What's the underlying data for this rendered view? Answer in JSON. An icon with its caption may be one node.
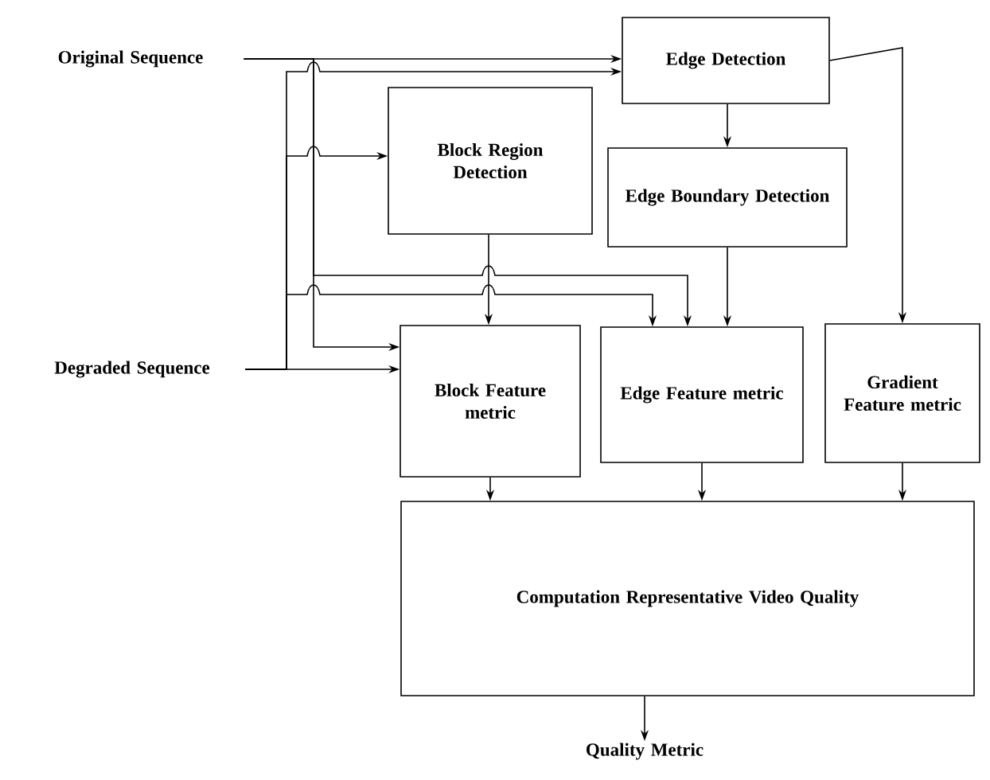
{
  "diagram": {
    "nodes": [
      {
        "text": [
          "Original Sequence"
        ]
      },
      {
        "text": [
          "Edge Detection"
        ]
      },
      {
        "text": [
          "Block Region Detection"
        ]
      },
      {
        "text": [
          "Edge Boundary Detection"
        ]
      },
      {
        "text": [
          "Degraded Sequence"
        ]
      },
      {
        "text": [
          "Block Feature metric"
        ]
      },
      {
        "text": [
          "Edge Feature metric"
        ]
      },
      {
        "text": [
          "Gradient Feature metric"
        ]
      },
      {
        "text": [
          "Computation Representative Video Quality"
        ]
      },
      {
        "text": [
          "Quality Metric"
        ]
      }
    ],
    "edges": [
      {
        "from": 0,
        "to": 1,
        "arrow": "to"
      },
      {
        "from": 4,
        "to": 1,
        "arrow": "to"
      },
      {
        "from": 4,
        "to": 2,
        "arrow": "to"
      },
      {
        "from": 0,
        "to": 6,
        "arrow": "to"
      },
      {
        "from": 4,
        "to": 6,
        "arrow": "to"
      },
      {
        "from": 0,
        "to": 5,
        "arrow": "to"
      },
      {
        "from": 4,
        "to": 5,
        "arrow": "to"
      },
      {
        "from": 1,
        "to": 3,
        "arrow": "to"
      },
      {
        "from": 1,
        "to": 7,
        "arrow": "to"
      },
      {
        "from": 2,
        "to": 5,
        "arrow": "to"
      },
      {
        "from": 3,
        "to": 6,
        "arrow": "to"
      },
      {
        "from": 5,
        "to": 8,
        "arrow": "to"
      },
      {
        "from": 6,
        "to": 8,
        "arrow": "to"
      },
      {
        "from": 7,
        "to": 8,
        "arrow": "to"
      },
      {
        "from": 8,
        "to": 9,
        "arrow": "to"
      }
    ]
  }
}
